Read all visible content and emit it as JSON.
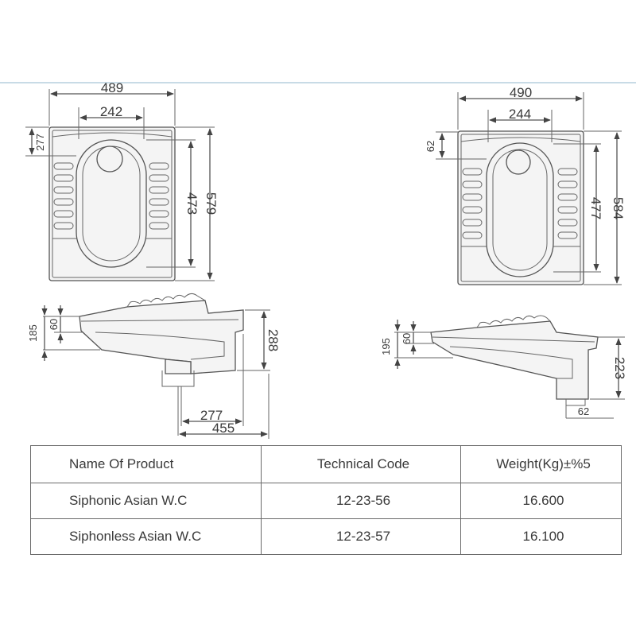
{
  "left": {
    "top_view": {
      "width_total": "489",
      "width_inner": "242",
      "depth_step": "277",
      "len_inner": "473",
      "len_total": "579"
    },
    "side_view": {
      "height_total": "185",
      "height_rim": "60",
      "height_outlet": "288",
      "outlet_offset": "277",
      "length_total": "455"
    }
  },
  "right": {
    "top_view": {
      "width_total": "490",
      "width_inner": "244",
      "depth_step": "62",
      "len_inner": "477",
      "len_total": "584"
    },
    "side_view": {
      "height_total": "195",
      "height_rim": "60",
      "height_outlet": "223",
      "outlet_width": "62"
    }
  },
  "table": {
    "headers": [
      "Name Of Product",
      "Technical Code",
      "Weight(Kg)±%5"
    ],
    "rows": [
      [
        "Siphonic  Asian W.C",
        "12-23-56",
        "16.600"
      ],
      [
        "Siphonless  Asian W.C",
        "12-23-57",
        "16.100"
      ]
    ]
  }
}
